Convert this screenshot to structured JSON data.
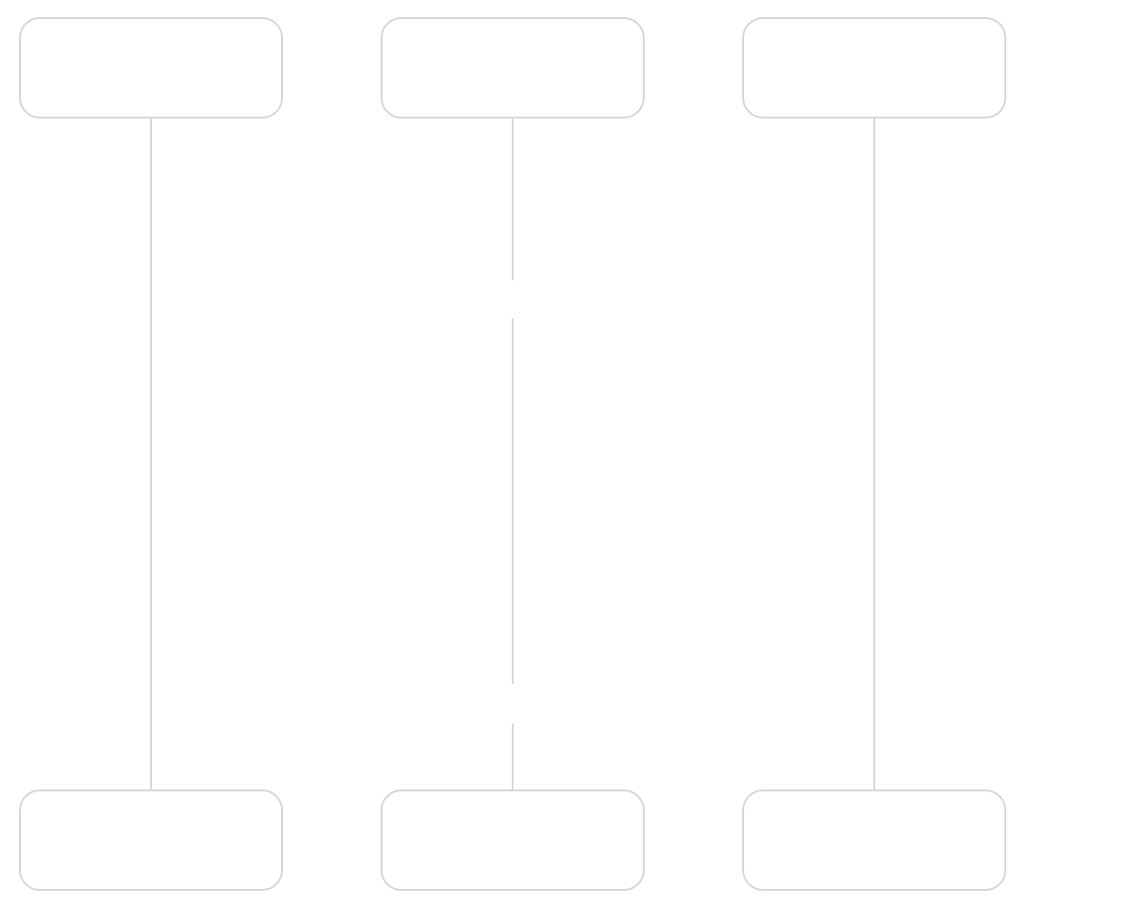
{
  "diagram": {
    "type": "sequence-diagram",
    "participants": [
      {
        "label": "",
        "lifeline": "solid"
      },
      {
        "label": "",
        "lifeline": "broken"
      },
      {
        "label": "",
        "lifeline": "solid"
      }
    ],
    "colors": {
      "background": "#ffffff",
      "box_fill": "#ffffff",
      "box_stroke": "#d6d6d6",
      "lifeline": "#d6d6d6"
    }
  }
}
